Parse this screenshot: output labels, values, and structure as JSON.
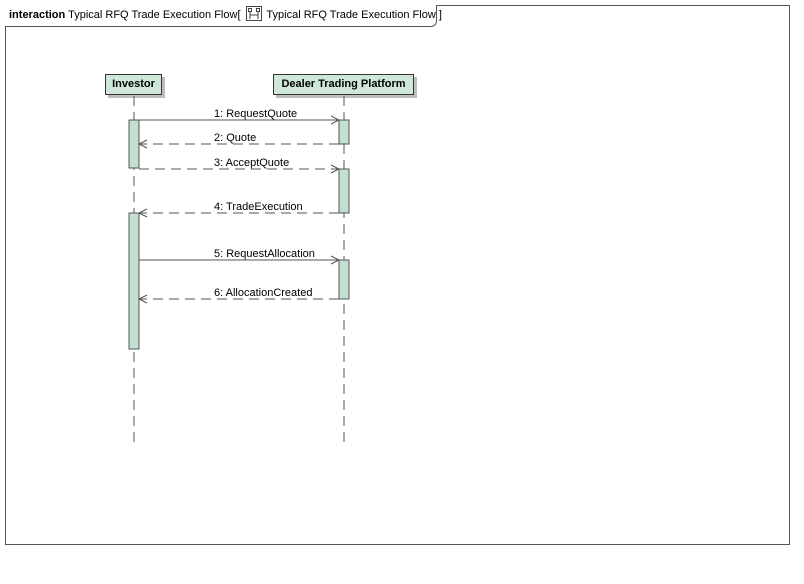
{
  "frame": {
    "keyword": "interaction",
    "name": "Typical RFQ Trade Execution Flow",
    "open_bracket": "[",
    "diagram_ref": "Typical RFQ Trade Execution Flow",
    "close_bracket": "]"
  },
  "lifelines": [
    {
      "id": "investor",
      "label": "Investor"
    },
    {
      "id": "dealer",
      "label": "Dealer Trading Platform"
    }
  ],
  "messages": [
    {
      "label": "1: RequestQuote",
      "from": "investor",
      "to": "dealer",
      "kind": "call"
    },
    {
      "label": "2: Quote",
      "from": "dealer",
      "to": "investor",
      "kind": "reply"
    },
    {
      "label": "3: AcceptQuote",
      "from": "investor",
      "to": "dealer",
      "kind": "reply"
    },
    {
      "label": "4: TradeExecution",
      "from": "dealer",
      "to": "investor",
      "kind": "reply"
    },
    {
      "label": "5: RequestAllocation",
      "from": "investor",
      "to": "dealer",
      "kind": "call"
    },
    {
      "label": "6: AllocationCreated",
      "from": "dealer",
      "to": "investor",
      "kind": "reply"
    }
  ],
  "colors": {
    "activation_fill": "#c1e0d0",
    "head_fill": "#cfe7d9",
    "line": "#555555"
  }
}
